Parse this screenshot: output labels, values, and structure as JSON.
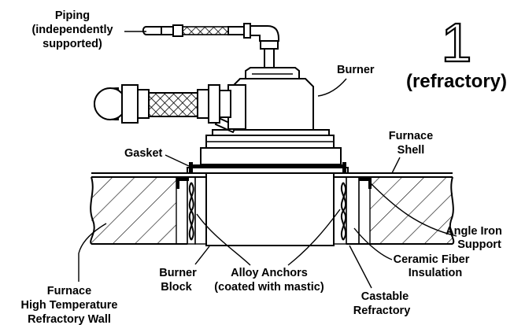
{
  "figure": {
    "number": "1",
    "subtitle": "(refractory)"
  },
  "labels": {
    "piping": [
      "Piping",
      "(independently",
      "supported)"
    ],
    "burner": "Burner",
    "gasket": "Gasket",
    "furnace_shell": [
      "Furnace",
      "Shell"
    ],
    "angle_iron_support": [
      "Angle Iron",
      "Support"
    ],
    "ceramic_fiber_insulation": [
      "Ceramic Fiber",
      "Insulation"
    ],
    "castable_refractory": [
      "Castable",
      "Refractory"
    ],
    "alloy_anchors": [
      "Alloy Anchors",
      "(coated with mastic)"
    ],
    "burner_block": [
      "Burner",
      "Block"
    ],
    "refractory_wall": [
      "Furnace",
      "High Temperature",
      "Refractory Wall"
    ]
  }
}
